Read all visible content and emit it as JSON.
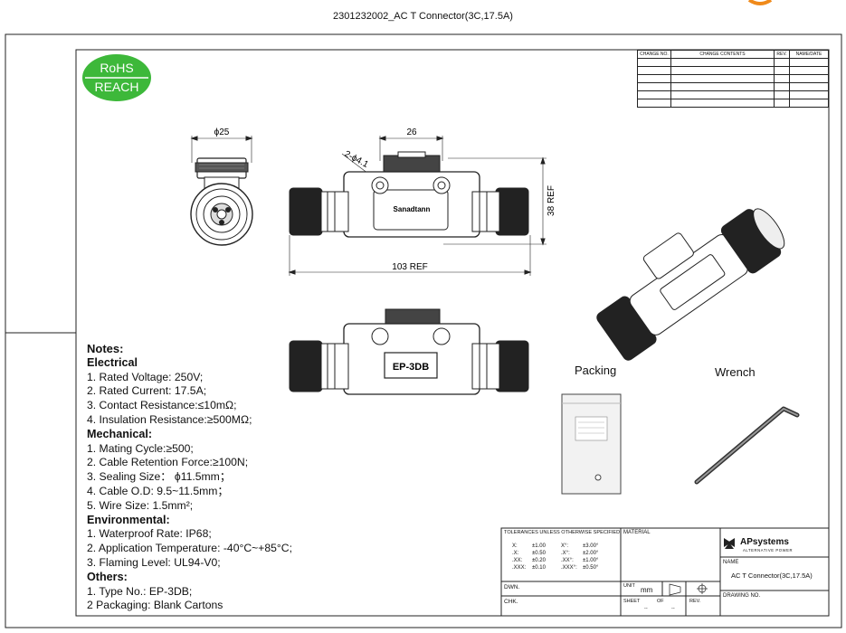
{
  "doc_title": "2301232002_AC T Connector(3C,17.5A)",
  "rohs_badge": {
    "line1": "RoHS",
    "line2": "REACH",
    "color": "#3db83a"
  },
  "revision_table": {
    "headers": [
      "CHANGE NO.",
      "CHANGE CONTENTS",
      "REV.",
      "NAME/DATE"
    ]
  },
  "dimensions": {
    "diameter": "ϕ25",
    "width_top": "26",
    "holes": "2-ϕ4.1",
    "height": "38 REF",
    "length": "103 REF"
  },
  "product_marks": {
    "brand": "Sanadtann",
    "model_label": "EP-3DB"
  },
  "labels": {
    "packing": "Packing",
    "wrench": "Wrench"
  },
  "notes": {
    "title": "Notes:",
    "sections": [
      {
        "heading": "Electrical",
        "items": [
          "1. Rated Voltage: 250V;",
          "2. Rated Current: 17.5A;",
          "3. Contact Resistance:≤10mΩ;",
          "4. Insulation Resistance:≥500MΩ;"
        ]
      },
      {
        "heading": "Mechanical:",
        "items": [
          "1. Mating Cycle:≥500;",
          "2. Cable Retention Force:≥100N;",
          "3. Sealing Size： ϕ11.5mm；",
          "4. Cable O.D: 9.5~11.5mm；",
          "5. Wire Size: 1.5mm²;"
        ]
      },
      {
        "heading": "Environmental:",
        "items": [
          "1. Waterproof Rate: IP68;",
          "2. Application Temperature: -40°C~+85°C;",
          "3. Flaming Level: UL94-V0;"
        ]
      },
      {
        "heading": "Others:",
        "items": [
          "1. Type No.: EP-3DB;",
          "2  Packaging: Blank Cartons"
        ]
      }
    ]
  },
  "title_block": {
    "tolerance_header": "TOLERANCES UNLESS OTHERWISE SPECIFIED",
    "tolerances": [
      [
        "X:",
        "±1.00",
        "X°:",
        "±3.00°"
      ],
      [
        ".X:",
        "±0.50",
        ".X°:",
        "±2.00°"
      ],
      [
        ".XX:",
        "±0.20",
        ".XX°:",
        "±1.00°"
      ],
      [
        ".XXX:",
        "±0.10",
        ".XXX°:",
        "±0.50°"
      ]
    ],
    "material": "MATERIAL",
    "dwn": "DWN.",
    "chk": "CHK.",
    "unit_label": "UNIT",
    "unit_value": "mm",
    "sheet": "SHEET",
    "of": "OF",
    "dash1": "--",
    "dash2": "--",
    "rev": "REV.",
    "brand": "APsystems",
    "brand_sub": "ALTERNATIVE POWER",
    "name_label": "NAME",
    "name_value": "AC T Connector(3C,17.5A)",
    "drawing_no": "DRAWING NO."
  }
}
